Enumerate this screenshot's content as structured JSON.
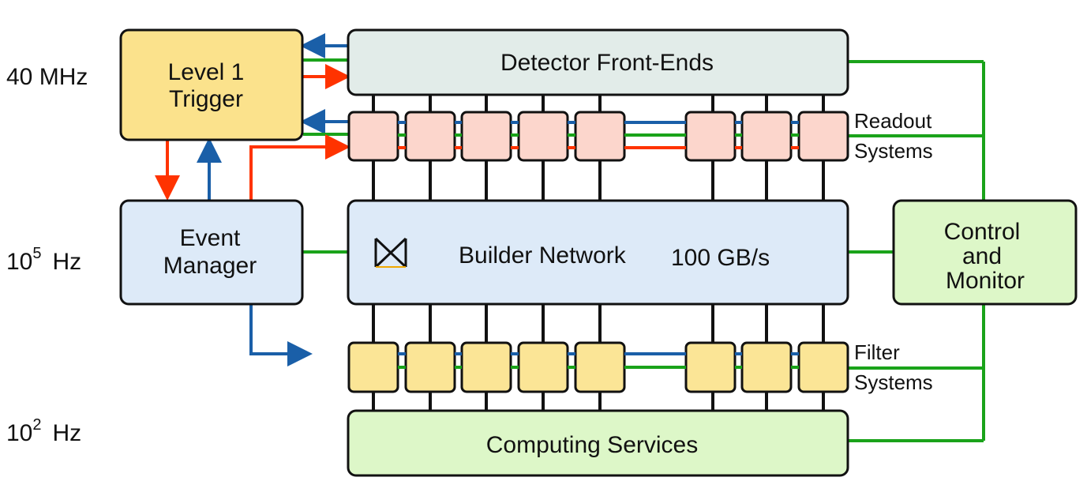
{
  "rates": {
    "level1": "40 MHz",
    "event_base": "10",
    "event_exp": "5",
    "event_unit": "Hz",
    "filter_base": "10",
    "filter_exp": "2",
    "filter_unit": "Hz"
  },
  "boxes": {
    "level1_line1": "Level 1",
    "level1_line2": "Trigger",
    "detector": "Detector Front-Ends",
    "event_line1": "Event",
    "event_line2": "Manager",
    "builder": "Builder Network",
    "builder_rate": "100 GB/s",
    "control_line1": "Control",
    "control_line2": "and",
    "control_line3": "Monitor",
    "computing": "Computing Services"
  },
  "side_labels": {
    "readout_line1": "Readout",
    "readout_line2": "Systems",
    "filter_line1": "Filter",
    "filter_line2": "Systems"
  },
  "colors": {
    "control_link": "#1aa31a",
    "trigger_link": "#ff3300",
    "event_link": "#1a5fa8",
    "trigger_box": "#fbe28c",
    "detector_box": "#e2ece9",
    "readout_cell": "#fcd6cc",
    "event_box": "#ddeaf8",
    "control_box": "#ddf7c8",
    "filter_cell": "#fbe596"
  },
  "icons": {
    "builder_switch": "crossbar-switch-icon"
  }
}
